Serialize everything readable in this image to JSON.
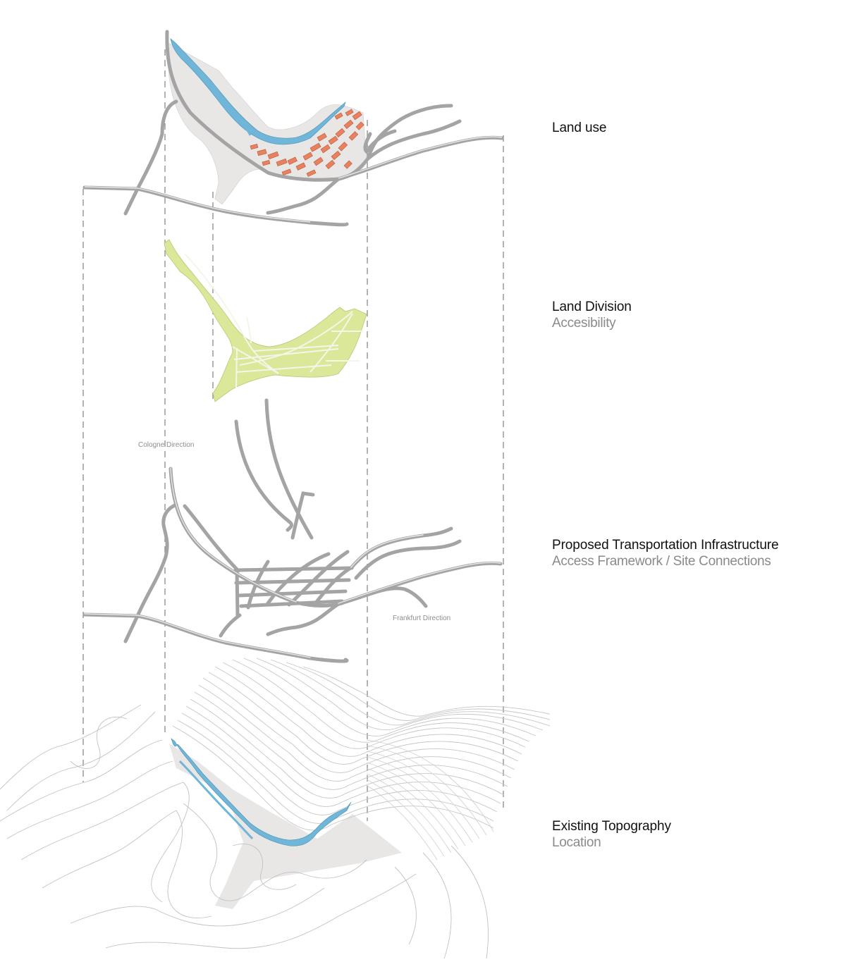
{
  "diagram": {
    "type": "exploded axonometric layer diagram",
    "layers": [
      {
        "id": "land-use",
        "title": "Land use",
        "subtitle": null
      },
      {
        "id": "land-division",
        "title": "Land Division",
        "subtitle": "Accesibility"
      },
      {
        "id": "transportation",
        "title": "Proposed Transportation Infrastructure",
        "subtitle": "Access Framework / Site Connections"
      },
      {
        "id": "topography",
        "title": "Existing Topography",
        "subtitle": "Location"
      }
    ],
    "annotations": {
      "cologne": "Cologne Direction",
      "frankfurt": "Frankfurt Direction"
    },
    "colors": {
      "road": "#a8a8a8",
      "road_highlight": "#e4e4e4",
      "water": "#6fb6d8",
      "site_fill": "#e9e6e6",
      "buildings": "#e9805e",
      "land_division": "#dbe89a",
      "contour": "#bdbdbd",
      "guide_line": "#8a8a8a"
    }
  }
}
